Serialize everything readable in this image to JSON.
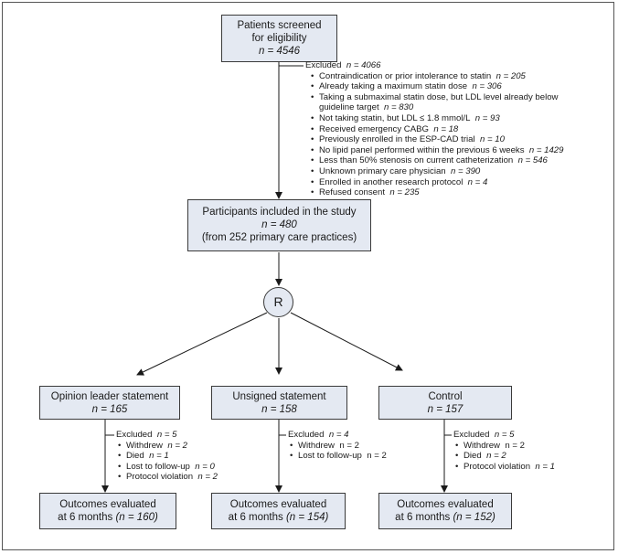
{
  "screened": {
    "line1": "Patients screened",
    "line2": "for eligibility",
    "n_label": "n = 4546"
  },
  "excluded_main": {
    "header": "Excluded",
    "n": "n = 4066",
    "reasons": [
      {
        "text": "Contraindication or prior intolerance to statin",
        "n": "n = 205"
      },
      {
        "text": "Already taking a maximum statin dose",
        "n": "n = 306"
      },
      {
        "text": "Taking a submaximal statin dose, but LDL level already below guideline target",
        "n": "n = 830"
      },
      {
        "text": "Not taking statin, but LDL ≤ 1.8 mmol/L",
        "n": "n = 93"
      },
      {
        "text": "Received emergency CABG",
        "n": "n = 18"
      },
      {
        "text": "Previously enrolled in the ESP-CAD trial",
        "n": "n = 10"
      },
      {
        "text": "No lipid panel performed within the previous 6 weeks",
        "n": "n = 1429"
      },
      {
        "text": "Less than 50% stenosis on current catheterization",
        "n": "n = 546"
      },
      {
        "text": "Unknown primary care physician",
        "n": "n = 390"
      },
      {
        "text": "Enrolled in another research protocol",
        "n": "n = 4"
      },
      {
        "text": "Refused consent",
        "n": "n = 235"
      }
    ]
  },
  "included": {
    "line1": "Participants included in the study",
    "n_label": "n = 480",
    "line3": "(from 252 primary care practices)"
  },
  "randomization": {
    "label": "R"
  },
  "arms": [
    {
      "title": "Opinion leader statement",
      "n_label": "n = 165",
      "excluded_header": "Excluded",
      "excluded_n": "n = 5",
      "reasons": [
        {
          "text": "Withdrew",
          "n": "n = 2"
        },
        {
          "text": "Died",
          "n": "n = 1"
        },
        {
          "text": "Lost to follow-up",
          "n": "n = 0"
        },
        {
          "text": "Protocol violation",
          "n": "n = 2"
        }
      ],
      "outcome_line1": "Outcomes evaluated",
      "outcome_line2_prefix": "at 6 months ",
      "outcome_line2_n": "(n = 160)"
    },
    {
      "title": "Unsigned statement",
      "n_label": "n = 158",
      "excluded_header": "Excluded",
      "excluded_n": "n = 4",
      "reasons": [
        {
          "text": "Withdrew",
          "n": "n = 2"
        },
        {
          "text": "Lost to follow-up",
          "n": "n = 2"
        }
      ],
      "outcome_line1": "Outcomes evaluated",
      "outcome_line2_prefix": "at 6 months ",
      "outcome_line2_n": "(n = 154)"
    },
    {
      "title": "Control",
      "n_label": "n = 157",
      "excluded_header": "Excluded",
      "excluded_n": "n = 5",
      "reasons": [
        {
          "text": "Withdrew",
          "n": "n = 2"
        },
        {
          "text": "Died",
          "n": "n = 2"
        },
        {
          "text": "Protocol violation",
          "n": "n = 1"
        }
      ],
      "outcome_line1": "Outcomes evaluated",
      "outcome_line2_prefix": "at 6 months ",
      "outcome_line2_n": "(n = 152)"
    }
  ]
}
